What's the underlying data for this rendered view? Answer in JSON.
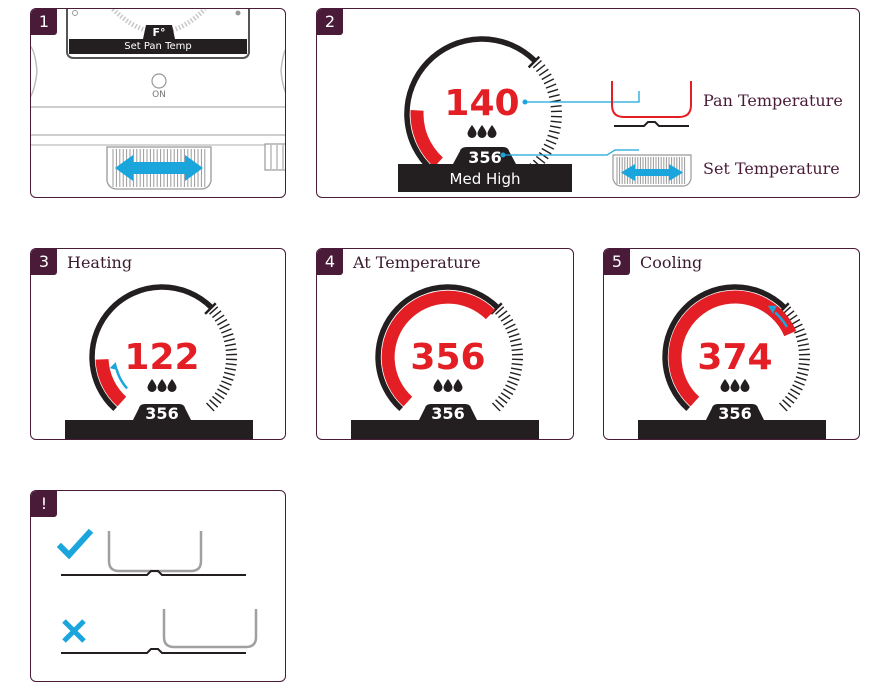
{
  "panels": [
    {
      "badge": "1",
      "title": ""
    },
    {
      "badge": "2",
      "title": ""
    },
    {
      "badge": "3",
      "title": "Heating"
    },
    {
      "badge": "4",
      "title": "At Temperature"
    },
    {
      "badge": "5",
      "title": "Cooling"
    },
    {
      "badge": "!",
      "title": ""
    }
  ],
  "device": {
    "unit_label": "F°",
    "screen_label": "Set Pan Temp",
    "power_label": "ON"
  },
  "legend": {
    "pan_temperature": "Pan Temperature",
    "set_temperature": "Set Temperature"
  },
  "gauges": {
    "main": {
      "pan_temp": "140",
      "set_temp": "356",
      "heat_label": "Med High",
      "fill_fraction": 0.28
    },
    "heating": {
      "pan_temp": "122",
      "set_temp": "356",
      "fill_fraction": 0.25
    },
    "at_temp": {
      "pan_temp": "356",
      "set_temp": "356",
      "fill_fraction": 1.0
    },
    "cooling": {
      "pan_temp": "374",
      "set_temp": "356",
      "fill_fraction": 1.12
    }
  },
  "colors": {
    "accent": "#e31e24",
    "brand": "#4a1b38",
    "cyan": "#1aa6dc",
    "dark": "#231f20"
  }
}
